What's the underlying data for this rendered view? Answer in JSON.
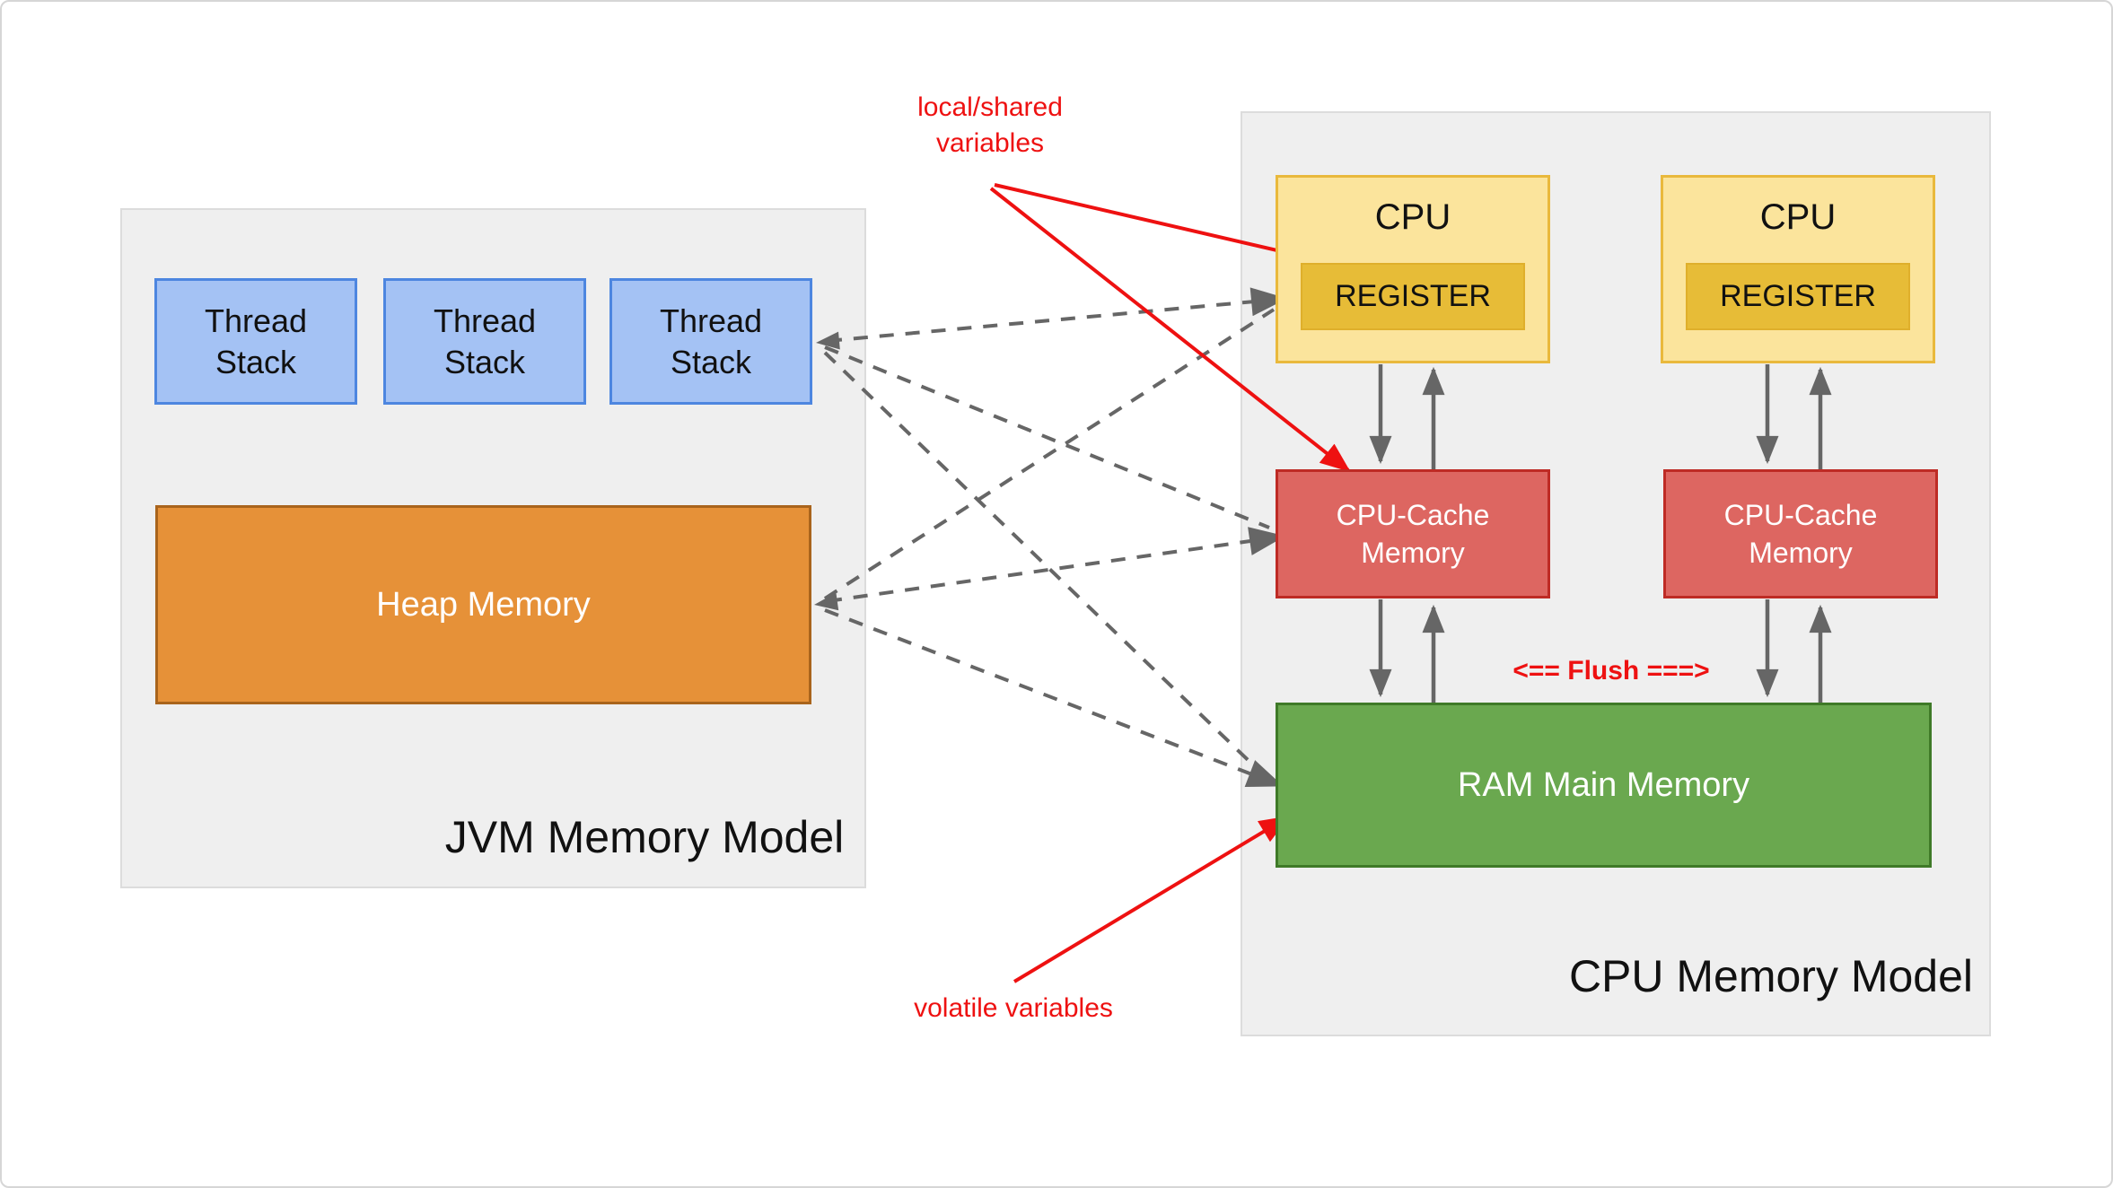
{
  "annotations": {
    "local_shared": "local/shared\nvariables",
    "volatile": "volatile variables",
    "flush": "<== Flush ===>"
  },
  "jvm_model": {
    "label": "JVM Memory Model",
    "thread_stacks": [
      {
        "label": "Thread\nStack"
      },
      {
        "label": "Thread\nStack"
      },
      {
        "label": "Thread\nStack"
      }
    ],
    "heap_label": "Heap Memory"
  },
  "cpu_model": {
    "label": "CPU Memory Model",
    "cpus": [
      {
        "label": "CPU",
        "register_label": "REGISTER"
      },
      {
        "label": "CPU",
        "register_label": "REGISTER"
      }
    ],
    "caches": [
      {
        "label": "CPU-Cache\nMemory"
      },
      {
        "label": "CPU-Cache\nMemory"
      }
    ],
    "ram_label": "RAM Main Memory"
  },
  "colors": {
    "panel_bg": "#efefef",
    "thread_stack_fill": "#a4c2f4",
    "thread_stack_border": "#4d86e0",
    "heap_fill": "#e69138",
    "cpu_fill": "#fbe49c",
    "register_fill": "#e7bc37",
    "cache_fill": "#dd6661",
    "ram_fill": "#6aa84f",
    "arrow_gray": "#666666",
    "annotation_red": "#ee1111"
  }
}
